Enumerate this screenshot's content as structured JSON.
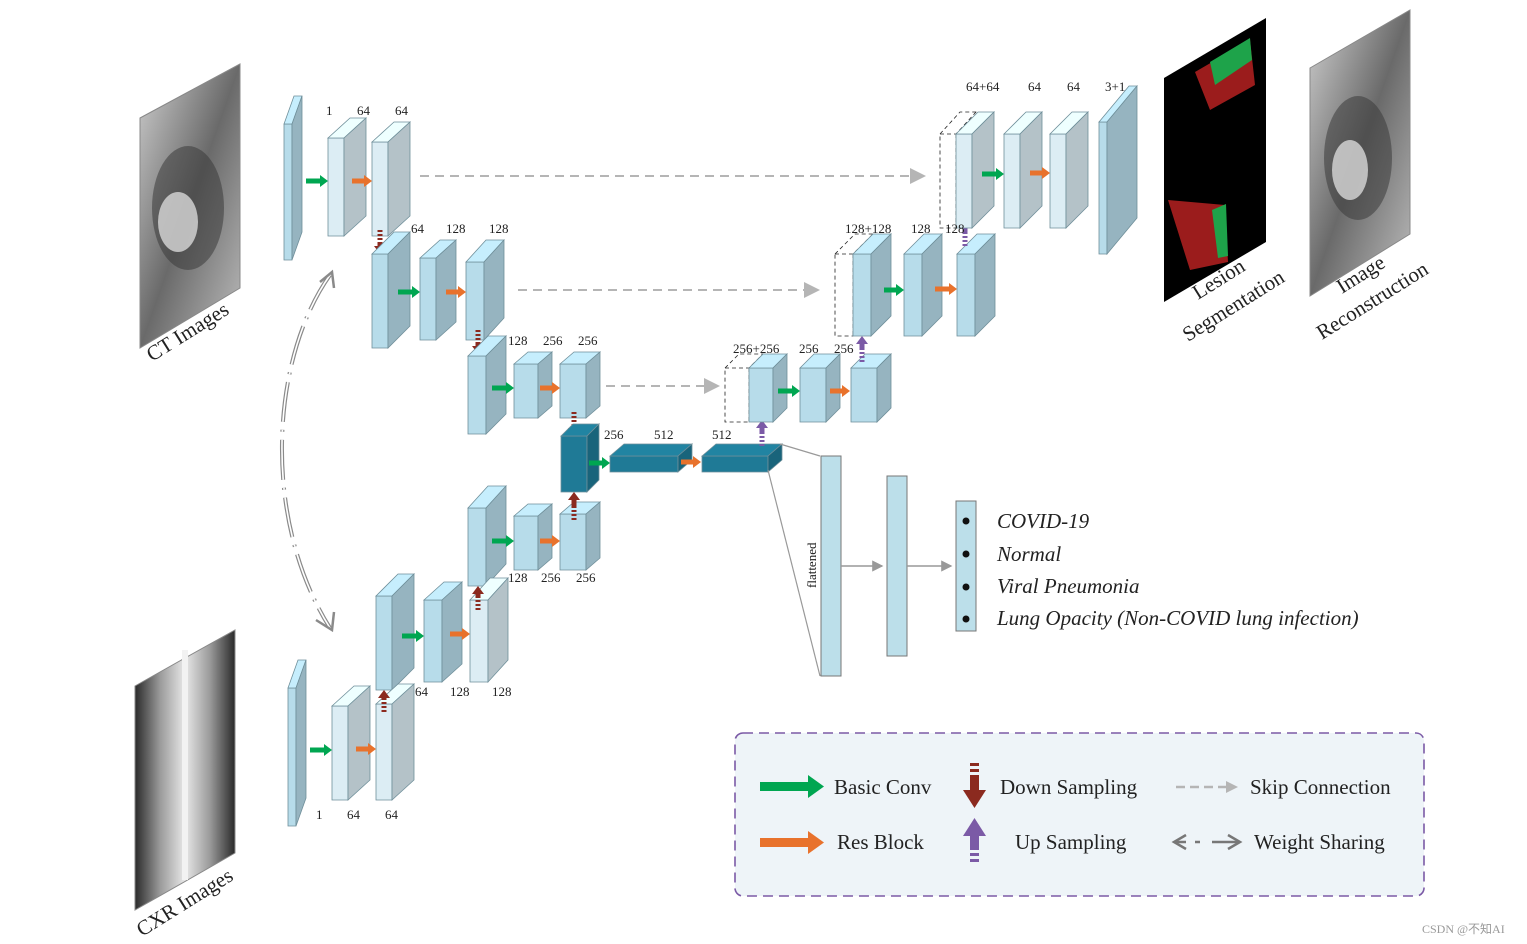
{
  "inputs": {
    "ct_label": "CT Images",
    "cxr_label": "CXR Images"
  },
  "outputs": {
    "lesion_line1": "Lesion",
    "lesion_line2": "Segmentation",
    "recon_line1": "Image",
    "recon_line2": "Reconstruction"
  },
  "ct_encoder": {
    "level1": [
      "1",
      "64",
      "64"
    ],
    "level2": [
      "64",
      "128",
      "128"
    ],
    "level3": [
      "128",
      "256",
      "256"
    ]
  },
  "cxr_encoder": {
    "level1": [
      "1",
      "64",
      "64"
    ],
    "level2": [
      "64",
      "128",
      "128"
    ],
    "level3": [
      "128",
      "256",
      "256"
    ]
  },
  "bottleneck": [
    "256",
    "512",
    "512"
  ],
  "decoder": {
    "level3": [
      "256+256",
      "256",
      "256"
    ],
    "level2": [
      "128+128",
      "128",
      "128"
    ],
    "level1": [
      "64+64",
      "64",
      "64",
      "3+1"
    ]
  },
  "classifier": {
    "flatten_label": "flattened",
    "classes": [
      "COVID-19",
      "Normal",
      "Viral Pneumonia",
      "Lung Opacity (Non-COVID lung infection)"
    ]
  },
  "legend": {
    "basic_conv": "Basic Conv",
    "res_block": "Res Block",
    "down_sampling": "Down Sampling",
    "up_sampling": "Up Sampling",
    "skip_connection": "Skip Connection",
    "weight_sharing": "Weight Sharing"
  },
  "colors": {
    "block_light": "#dcedf4",
    "block_mid": "#b7dcea",
    "block_dark": "#1f7a96",
    "basic_conv": "#00a651",
    "res_block": "#e8722c",
    "down_sampling": "#8b2a1f",
    "up_sampling": "#7b5aa6",
    "skip": "#b5b5b5",
    "legend_bg": "#eef4f8",
    "legend_border": "#7b5aa6"
  },
  "watermark": "CSDN @不知AI"
}
